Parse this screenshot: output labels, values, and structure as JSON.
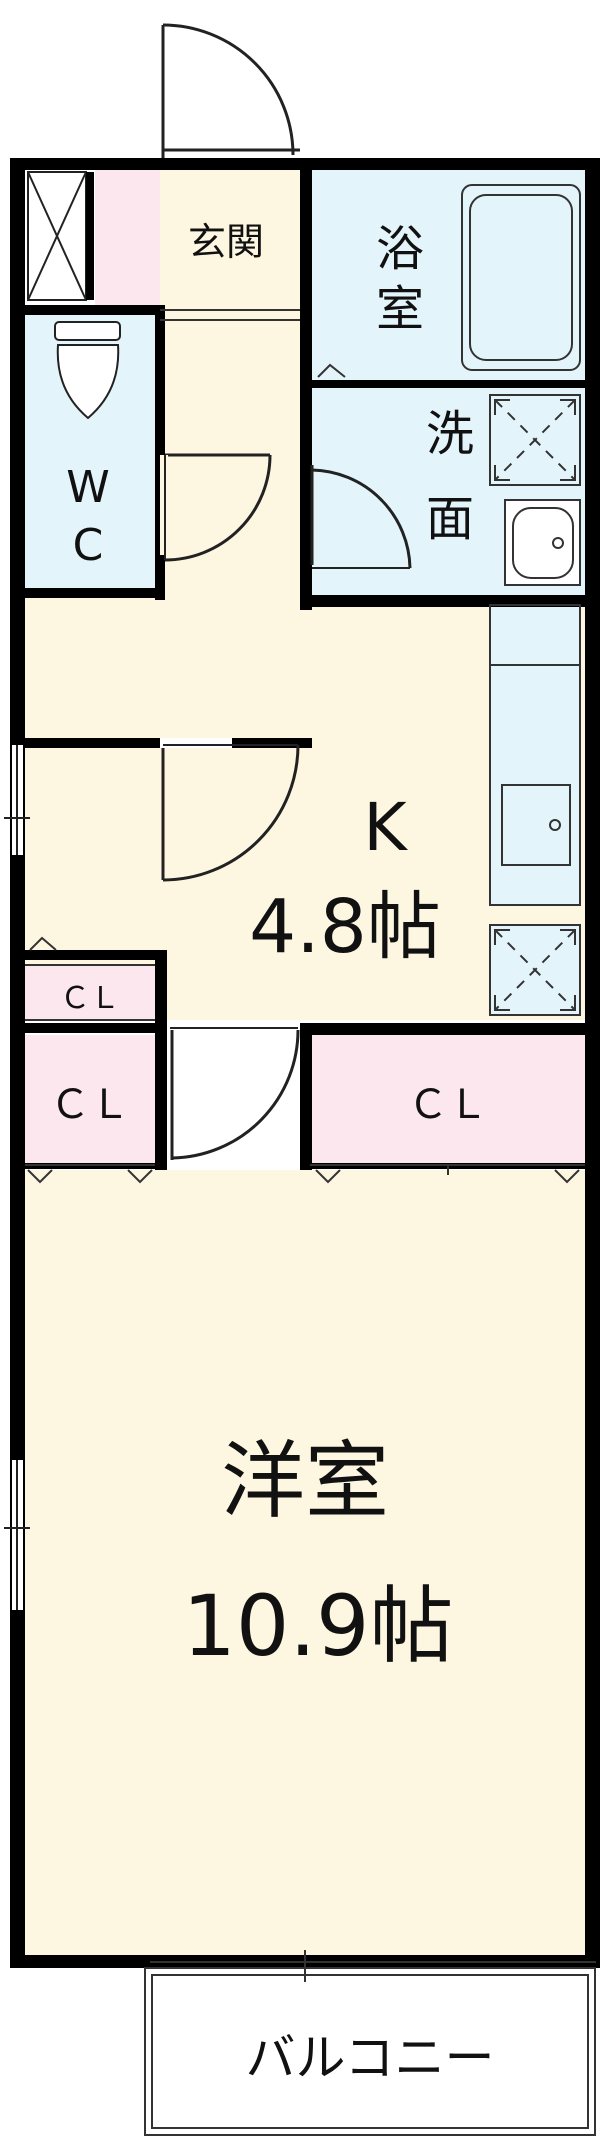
{
  "rooms": {
    "genkan": "玄関",
    "bath_1": "浴",
    "bath_2": "室",
    "wash_1": "洗",
    "wash_2": "面",
    "wc_1": "W",
    "wc_2": "C",
    "kitchen_name": "K",
    "kitchen_size": "4.8帖",
    "closet_small": "ＣＬ",
    "closet_left": "ＣＬ",
    "closet_right": "ＣＬ",
    "western_name": "洋室",
    "western_size": "10.9帖",
    "balcony": "バルコニー"
  },
  "colors": {
    "wall": "#000000",
    "room_floor": "#fdf6e1",
    "wet_area": "#e4f4fb",
    "closet": "#fde7ee",
    "outline": "#2b2b2b"
  },
  "icons": [
    "bathtub-icon",
    "toilet-icon",
    "wash-basin-icon",
    "sink-icon",
    "washer-space-icon",
    "fridge-space-icon",
    "shoebox-icon"
  ]
}
